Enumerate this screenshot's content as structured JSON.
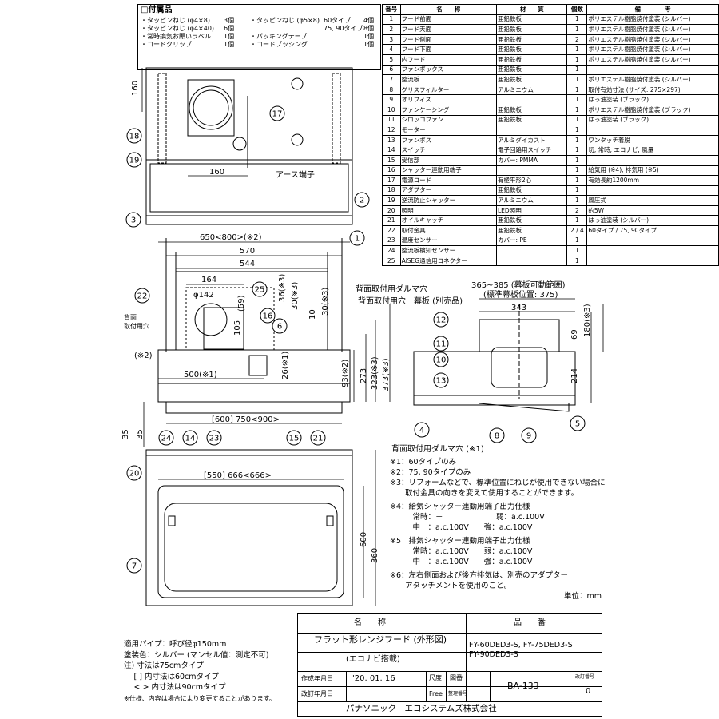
{
  "accessories": {
    "title": "□付属品",
    "left": [
      {
        "name": "・タッピンねじ (φ4×8)",
        "qty": "3個"
      },
      {
        "name": "・タッピンねじ (φ4×40)",
        "qty": "6個"
      },
      {
        "name": "・常時換気お願いラベル",
        "qty": "1個"
      },
      {
        "name": "・コードクリップ",
        "qty": "1個"
      }
    ],
    "right": [
      {
        "name": "・タッピンねじ (φ5×8)",
        "model": "60タイプ",
        "qty": "4個"
      },
      {
        "name": "",
        "model": "75, 90タイプ",
        "qty": "8個"
      },
      {
        "name": "・パッキングテープ",
        "model": "",
        "qty": "1個"
      },
      {
        "name": "・コードブッシング",
        "model": "",
        "qty": "1個"
      }
    ]
  },
  "parts_table": {
    "headers": [
      "番号",
      "名　　称",
      "材　　質",
      "個数",
      "備　　　　考"
    ],
    "rows": [
      [
        "1",
        "フード前面",
        "亜鉛鉄板",
        "1",
        "ポリエステル樹脂焼付塗装 (シルバー)"
      ],
      [
        "2",
        "フード天面",
        "亜鉛鉄板",
        "1",
        "ポリエステル樹脂焼付塗装 (シルバー)"
      ],
      [
        "3",
        "フード側面",
        "亜鉛鉄板",
        "2",
        "ポリエステル樹脂焼付塗装 (シルバー)"
      ],
      [
        "4",
        "フード下面",
        "亜鉛鉄板",
        "1",
        "ポリエステル樹脂焼付塗装 (シルバー)"
      ],
      [
        "5",
        "内フード",
        "亜鉛鉄板",
        "1",
        "ポリエステル樹脂焼付塗装 (シルバー)"
      ],
      [
        "6",
        "ファンボックス",
        "亜鉛鉄板",
        "1",
        ""
      ],
      [
        "7",
        "整流板",
        "亜鉛鉄板",
        "1",
        "ポリエステル樹脂焼付塗装 (シルバー)"
      ],
      [
        "8",
        "グリスフィルター",
        "アルミニウム",
        "1",
        "取付有効寸法 (サイズ: 275×297)"
      ],
      [
        "9",
        "オリフィス",
        "",
        "1",
        "はっ油塗装 (ブラック)"
      ],
      [
        "10",
        "ファンケーシング",
        "亜鉛鉄板",
        "1",
        "ポリエステル樹脂焼付塗装 (ブラック)"
      ],
      [
        "11",
        "シロッコファン",
        "亜鉛鉄板",
        "1",
        "はっ油塗装 (ブラック)"
      ],
      [
        "12",
        "モーター",
        "",
        "1",
        ""
      ],
      [
        "13",
        "ファンボス",
        "アルミダイカスト",
        "1",
        "ワンタッチ着脱"
      ],
      [
        "14",
        "スイッチ",
        "電子回路用スイッチ",
        "1",
        "切, 常時, エコナビ, 風量"
      ],
      [
        "15",
        "受信部",
        "カバー: PMMA",
        "1",
        ""
      ],
      [
        "16",
        "シャッター連動用端子",
        "",
        "1",
        "給気用 (※4), 排気用 (※5)"
      ],
      [
        "17",
        "電源コード",
        "有極平形2心",
        "1",
        "有効長約1200mm"
      ],
      [
        "18",
        "アダプター",
        "亜鉛鉄板",
        "1",
        ""
      ],
      [
        "19",
        "逆流防止シャッター",
        "アルミニウム",
        "1",
        "風圧式"
      ],
      [
        "20",
        "照明",
        "LED照明",
        "2",
        "約5W"
      ],
      [
        "21",
        "オイルキャッチ",
        "亜鉛鉄板",
        "1",
        "はっ油塗装 (シルバー)"
      ],
      [
        "22",
        "取付金具",
        "亜鉛鉄板",
        "2 / 4",
        "60タイプ / 75, 90タイプ"
      ],
      [
        "23",
        "温度センサー",
        "カバー: PE",
        "1",
        ""
      ],
      [
        "24",
        "整流板検知センサー",
        "",
        "1",
        ""
      ],
      [
        "25",
        "AiSEG通信用コネクター",
        "",
        "1",
        ""
      ]
    ]
  },
  "notes": [
    "※1：60タイプのみ",
    "※2：75, 90タイプのみ",
    "※3：リフォームなどで、標準位置にねじが使用できない場合に",
    "　　取付金具の向きを変えて使用することができます。",
    "※4：給気シャッター連動用端子出力仕様",
    "　　　常時：－　　　　　　　弱：a.c.100V",
    "　　　中　：a.c.100V　　強：a.c.100V",
    "※5　排気シャッター連動用端子出力仕様",
    "　　　常時：a.c.100V　　弱：a.c.100V",
    "　　　中　：a.c.100V　　強：a.c.100V",
    "※6：左右側面および後方排気は、別売のアダプター",
    "　　アタッチメントを使用のこと。",
    "単位：mm"
  ],
  "specs": [
    "適用パイプ：呼び径φ150mm",
    "塗装色：シルバー (マンセル値：測定不可)",
    "注) 寸法は75cmタイプ",
    "　 [ ] 内寸法は60cmタイプ",
    "　 < > 内寸法は90cmタイプ",
    "※仕様、内容は場合により変更することがあります。"
  ],
  "titleblock": {
    "name_label": "名　　称",
    "name": "フラット形レンジフード (外形図)",
    "name_sub": "(エコナビ搭載)",
    "product_label": "品　　番",
    "products": "FY-60DED3-S, FY-75DED3-S\nFY-90DED3-S",
    "created_label": "作成年月日",
    "created": "'20. 01. 16",
    "revised_label": "改訂年月日",
    "scale_label": "尺度",
    "scale": "Free",
    "drawing_label": "図番",
    "mgmt_label": "整理番号",
    "drawing_no": "BA-133",
    "rev_label": "改訂番号",
    "rev": "0",
    "company": "パナソニック　エコシステムズ株式会社"
  },
  "dims": {
    "top_view": {
      "d160v": "160",
      "d160h": "160",
      "earth": "アース端子"
    },
    "front_view": {
      "w_total": "650<800>(※2)",
      "w570": "570",
      "w544": "544",
      "w164": "164",
      "phi142": "φ142",
      "h59": "(59)",
      "h105": "105",
      "h36_1": "36(※3)",
      "h30_1": "30(※3)",
      "h30_2": "30(※3)",
      "h10": "10",
      "w500": "500(※1)",
      "h26": "26(※1)",
      "h93": "93(※2)",
      "h273": "273",
      "h323": "323(※3)",
      "h373": "373(※3)",
      "w750": "[600] 750<900>",
      "h35a": "35",
      "h35b": "35",
      "lbl_mount": "背面\n取付用穴",
      "lbl_note2": "(※2)",
      "lbl_keyhole": "背面取付用ダルマ穴",
      "lbl_mount2": "背面取付用穴",
      "lbl_keyhole2": "背面取付用ダルマ穴 (※1)"
    },
    "side_view": {
      "range": "365~385 (幕板可動範囲)",
      "std": "(標準幕板位置: 375)",
      "w343": "343",
      "top_panel": "幕板 (別売品)",
      "h69": "69",
      "h180": "180(※3)",
      "h214": "214"
    },
    "bottom_view": {
      "w": "[550] 666<666>",
      "h600": "600",
      "h360": "360"
    }
  },
  "callouts": [
    "1",
    "2",
    "3",
    "4",
    "5",
    "6",
    "7",
    "8",
    "9",
    "10",
    "11",
    "12",
    "13",
    "14",
    "15",
    "16",
    "17",
    "18",
    "19",
    "20",
    "21",
    "22",
    "23",
    "24",
    "25"
  ]
}
